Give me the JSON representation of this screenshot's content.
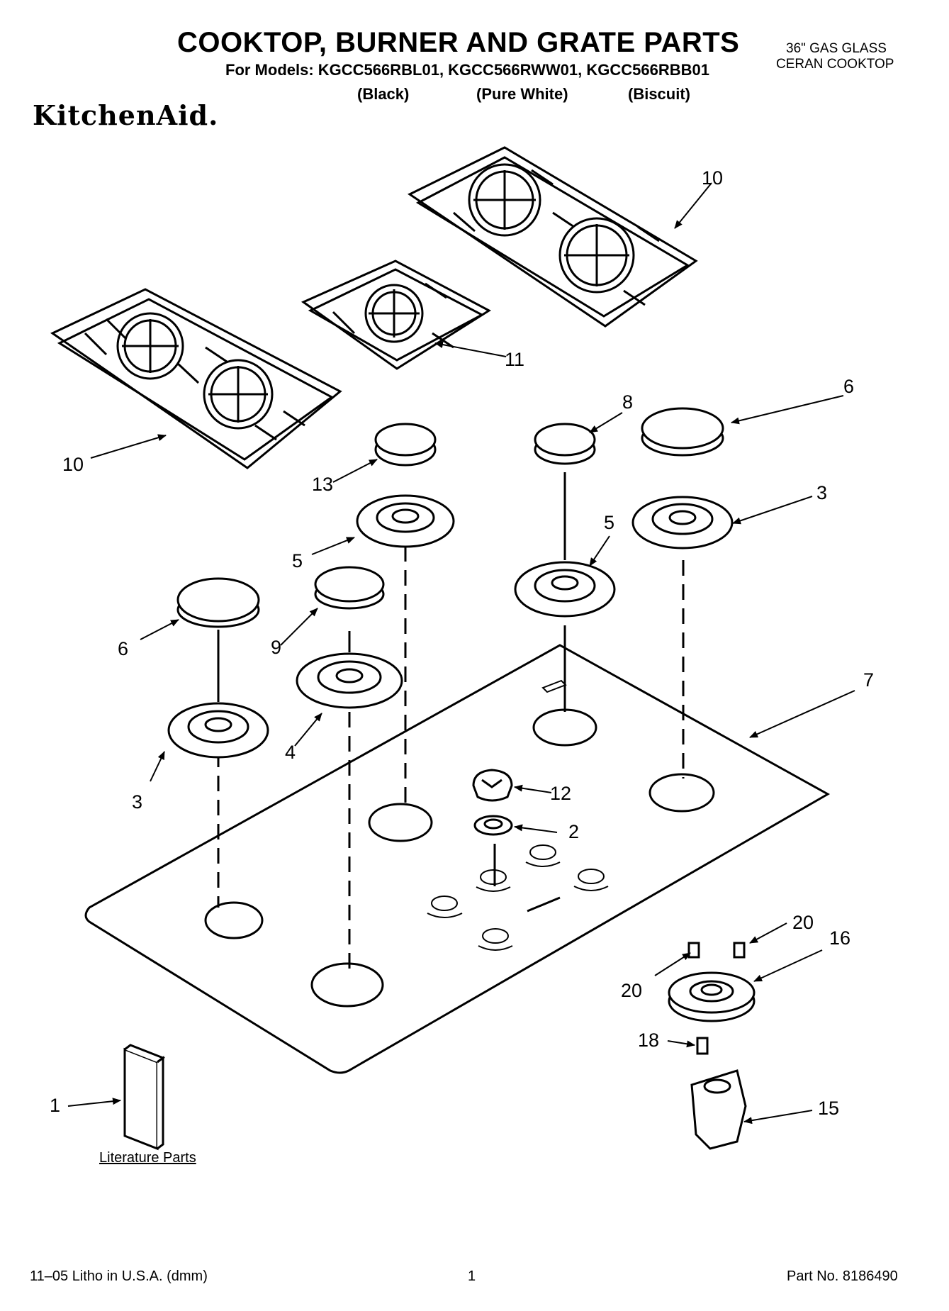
{
  "header": {
    "title": "COOKTOP, BURNER AND GRATE PARTS",
    "subtitle": "For Models: KGCC566RBL01, KGCC566RWW01, KGCC566RBB01",
    "variants": [
      "(Black)",
      "(Pure White)",
      "(Biscuit)"
    ],
    "description_line1": "36\" GAS GLASS",
    "description_line2": "CERAN COOKTOP",
    "brand": "KitchenAid."
  },
  "callouts": {
    "c1": "1",
    "c2": "2",
    "c3a": "3",
    "c3b": "3",
    "c4": "4",
    "c5a": "5",
    "c5b": "5",
    "c6a": "6",
    "c6b": "6",
    "c7": "7",
    "c8": "8",
    "c9": "9",
    "c10a": "10",
    "c10b": "10",
    "c11": "11",
    "c12": "12",
    "c13": "13",
    "c15": "15",
    "c16": "16",
    "c18": "18",
    "c20a": "20",
    "c20b": "20"
  },
  "literature_label": "Literature Parts",
  "footer": {
    "left": "11–05 Litho in U.S.A. (dmm)",
    "center": "1",
    "right": "Part No. 8186490"
  }
}
